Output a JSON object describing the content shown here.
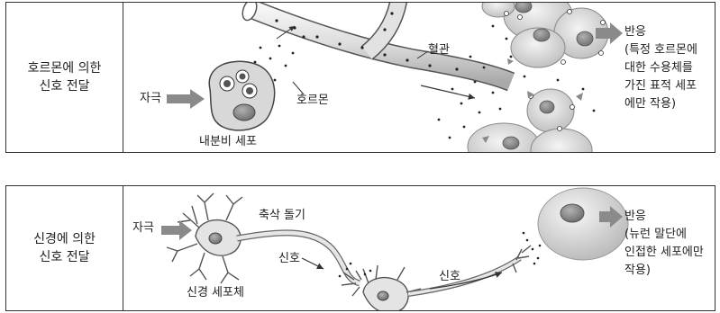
{
  "hormone_panel": {
    "title_line1": "호르몬에 의한",
    "title_line2": "신호 전달",
    "stimulus": "자극",
    "blood_vessel": "혈관",
    "hormone": "호르몬",
    "endocrine_cell": "내분비 세포",
    "response_title": "반응",
    "response_lines": [
      "(특정 호르몬에",
      "대한 수용체를",
      "가진 표적 세포",
      "에만 작용)"
    ]
  },
  "neural_panel": {
    "title_line1": "신경에 의한",
    "title_line2": "신호 전달",
    "stimulus": "자극",
    "axon": "축삭 돌기",
    "signal1": "신호",
    "signal2": "신호",
    "cell_body": "신경 세포체",
    "response_title": "반응",
    "response_lines": [
      "(뉴런 말단에",
      "인접한 세포에만",
      "작용)"
    ]
  }
}
